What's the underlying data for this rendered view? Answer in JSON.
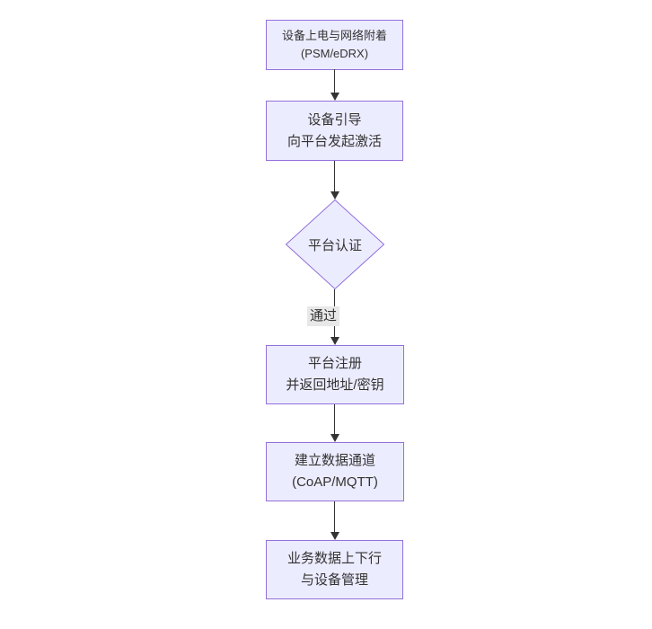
{
  "colors": {
    "canvas-bg": "#ffffff",
    "node-fill": "#ECECFF",
    "node-border": "#9370DB",
    "text-color": "#333333",
    "edge-color": "#333333",
    "edge-label-bg": "#e8e8e8"
  },
  "flowchart": {
    "direction": "top-down",
    "nodes": [
      {
        "id": "power-attach",
        "type": "rect",
        "lines": [
          "设备上电与网络附着",
          "(PSM/eDRX)"
        ]
      },
      {
        "id": "bootstrap",
        "type": "rect",
        "lines": [
          "设备引导",
          "向平台发起激活"
        ]
      },
      {
        "id": "platform-auth",
        "type": "diamond",
        "lines": [
          "平台认证"
        ]
      },
      {
        "id": "platform-register",
        "type": "rect",
        "lines": [
          "平台注册",
          "并返回地址/密钥"
        ]
      },
      {
        "id": "data-channel",
        "type": "rect",
        "lines": [
          "建立数据通道",
          "(CoAP/MQTT)"
        ]
      },
      {
        "id": "business-data",
        "type": "rect",
        "lines": [
          "业务数据上下行",
          "与设备管理"
        ]
      }
    ],
    "edges": [
      {
        "from": "power-attach",
        "to": "bootstrap",
        "label": ""
      },
      {
        "from": "bootstrap",
        "to": "platform-auth",
        "label": ""
      },
      {
        "from": "platform-auth",
        "to": "platform-register",
        "label": "通过"
      },
      {
        "from": "platform-register",
        "to": "data-channel",
        "label": ""
      },
      {
        "from": "data-channel",
        "to": "business-data",
        "label": ""
      }
    ]
  }
}
